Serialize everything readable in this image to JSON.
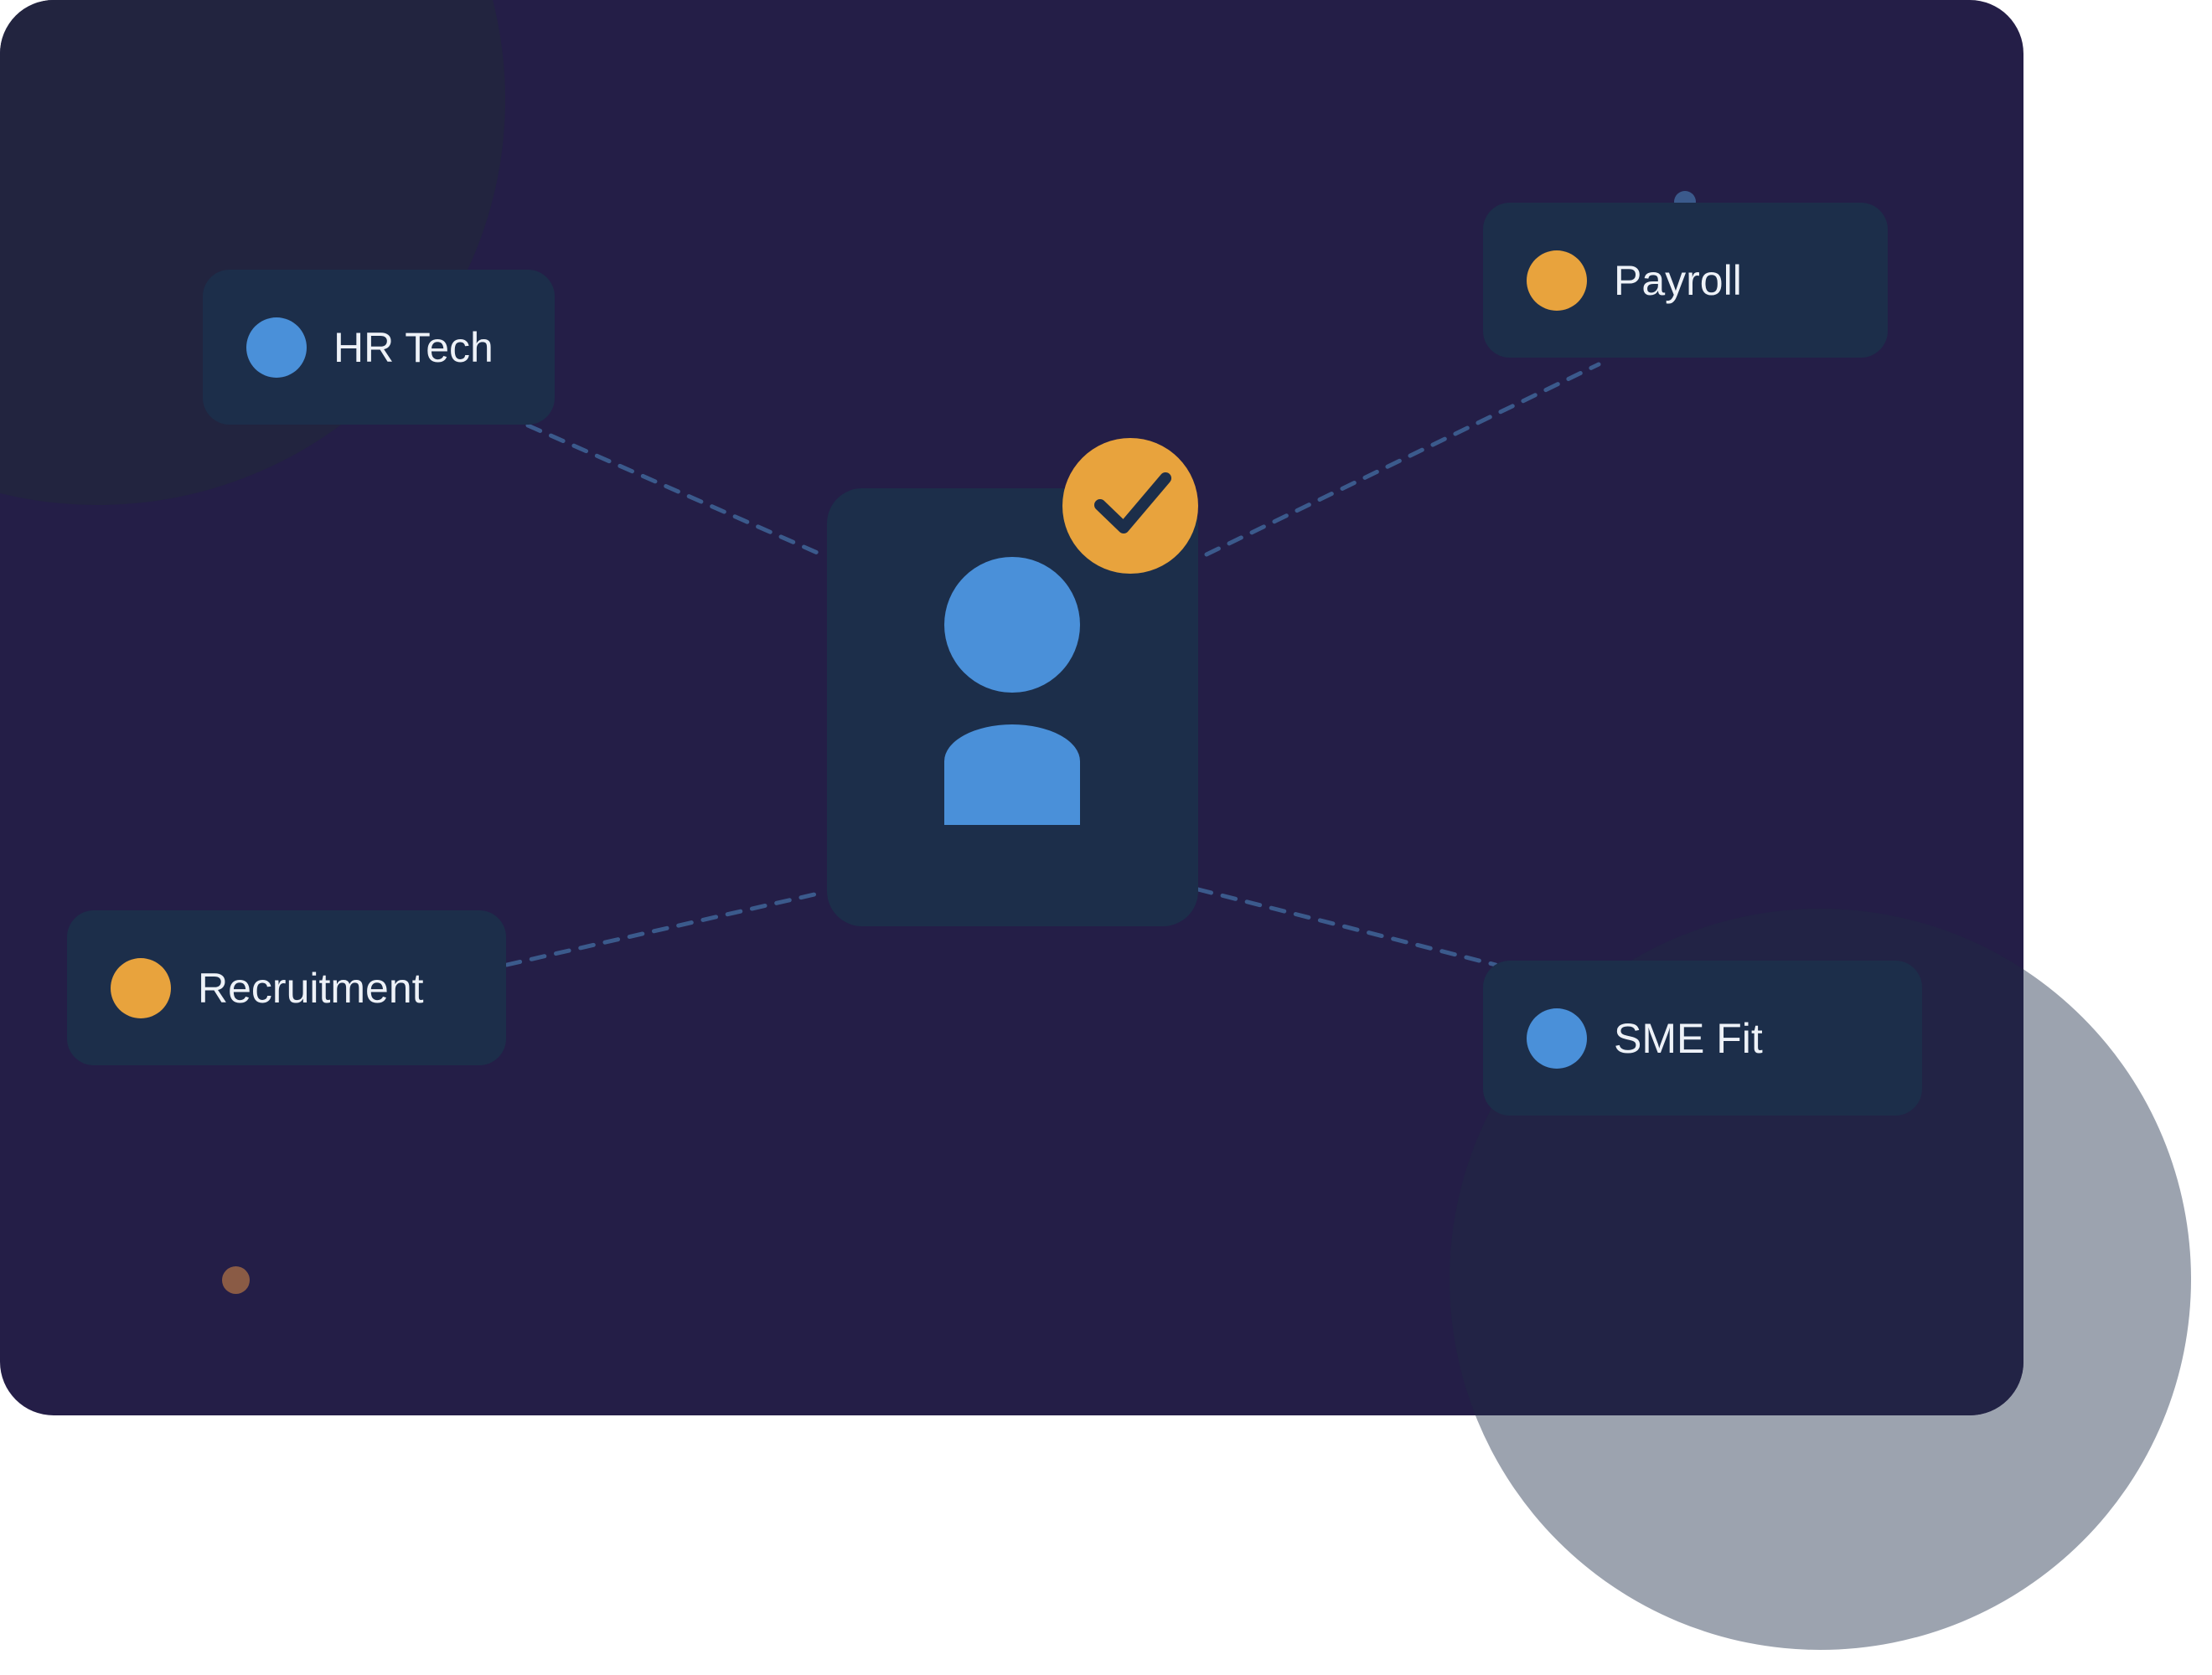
{
  "center": {
    "icon": "user-icon",
    "badge_icon": "check-icon",
    "badge_color": "#e8a33d",
    "avatar_color": "#4a90d9"
  },
  "nodes": [
    {
      "id": "hr-tech",
      "label": "HR Tech",
      "dot_color": "#4a90d9"
    },
    {
      "id": "payroll",
      "label": "Payroll",
      "dot_color": "#e8a33d"
    },
    {
      "id": "recruitment",
      "label": "Recruitment",
      "dot_color": "#e8a33d"
    },
    {
      "id": "sme-fit",
      "label": "SME Fit",
      "dot_color": "#4a90d9"
    }
  ],
  "colors": {
    "panel": "#241e47",
    "node_bg": "#1c2e4a",
    "connector": "#3b5a8c",
    "accent_blue": "#4a90d9",
    "accent_orange": "#e8a33d"
  }
}
